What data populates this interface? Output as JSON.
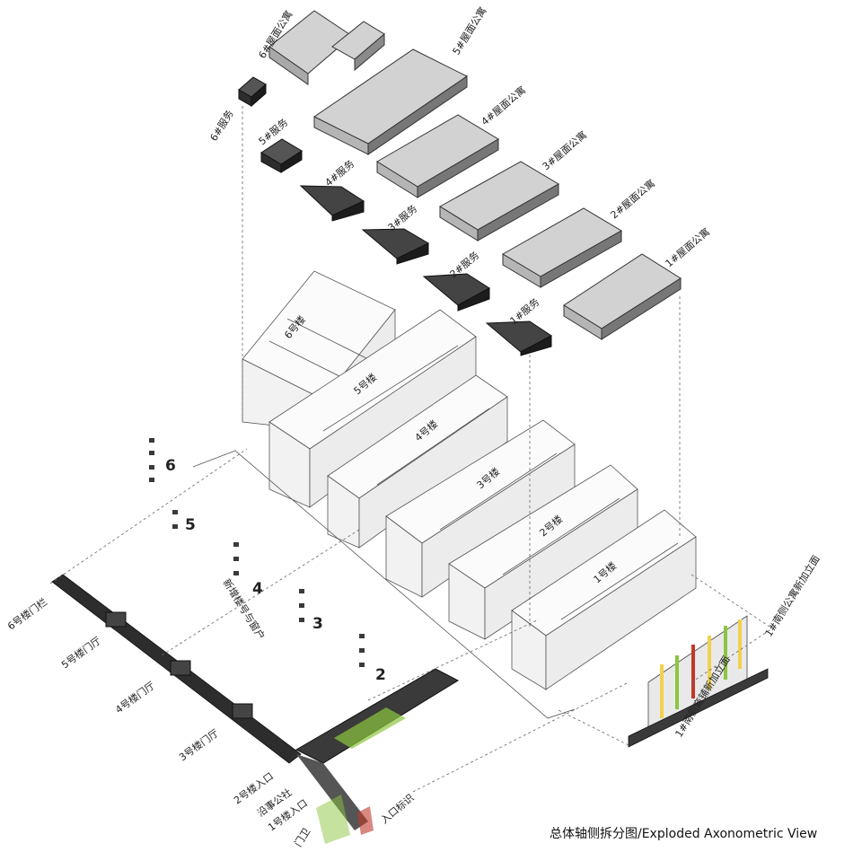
{
  "caption": "总体轴侧拆分图/Exploded Axonometric View",
  "roof_labels": [
    "1#屋面公寓",
    "2#屋面公寓",
    "3#屋面公寓",
    "4#屋面公寓",
    "5#屋面公寓",
    "6#屋面公寓"
  ],
  "service_labels": [
    "1#服务",
    "2#服务",
    "3#服务",
    "4#服务",
    "5#服务",
    "6#服务"
  ],
  "building_labels": [
    "1号楼",
    "2号楼",
    "3号楼",
    "4号楼",
    "5号楼",
    "6号楼"
  ],
  "signage_numbers": [
    "2",
    "3",
    "4",
    "5",
    "6"
  ],
  "signage_label": "新增楼号与窗户",
  "facade_labels": [
    "1#南侧公寓新加立面",
    "1#南侧商铺新加立面"
  ],
  "street_labels": [
    "6号楼门栏",
    "5号楼门厅",
    "4号楼门厅",
    "3号楼门厅",
    "2号楼入口",
    "沿事公社",
    "1号楼入口",
    "门卫",
    "入口标识"
  ],
  "colors": {
    "roof_fill": "#cfcfcf",
    "dark_block": "#2d2d2d",
    "accent_green": "#8cc63f",
    "accent_red": "#c0392b",
    "accent_yellow": "#f2d14b",
    "line": "#555555"
  }
}
